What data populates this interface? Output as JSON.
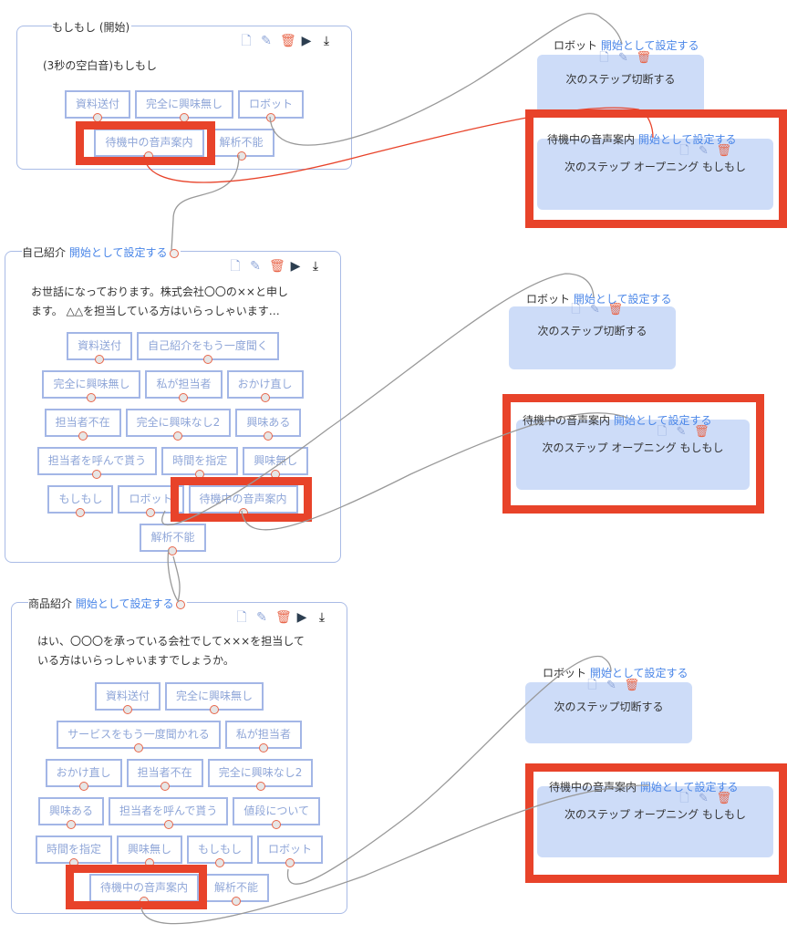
{
  "cards": [
    {
      "title": "もしもし (開始)",
      "set_start": "",
      "text": [
        "(3秒の空白音)もしもし"
      ],
      "rows": [
        [
          "資料送付",
          "完全に興味無し",
          "ロボット"
        ],
        [
          "待機中の音声案内",
          "解析不能"
        ]
      ]
    },
    {
      "title": "自己紹介",
      "set_start": "開始として設定する",
      "text": [
        "お世話になっております。株式会社〇〇の××と申し",
        "ます。 △△を担当している方はいらっしゃいます…"
      ],
      "rows": [
        [
          "資料送付",
          "自己紹介をもう一度聞く"
        ],
        [
          "完全に興味無し",
          "私が担当者",
          "おかけ直し"
        ],
        [
          "担当者不在",
          "完全に興味なし2",
          "興味ある"
        ],
        [
          "担当者を呼んで貰う",
          "時間を指定",
          "興味無し"
        ],
        [
          "もしもし",
          "ロボット",
          "待機中の音声案内"
        ],
        [
          "解析不能"
        ]
      ]
    },
    {
      "title": "商品紹介",
      "set_start": "開始として設定する",
      "text": [
        "はい、〇〇〇を承っている会社でして×××を担当して",
        "いる方はいらっしゃいますでしょうか。"
      ],
      "rows": [
        [
          "資料送付",
          "完全に興味無し"
        ],
        [
          "サービスをもう一度聞かれる",
          "私が担当者"
        ],
        [
          "おかけ直し",
          "担当者不在",
          "完全に興味なし2"
        ],
        [
          "興味ある",
          "担当者を呼んで貰う",
          "値段について"
        ],
        [
          "時間を指定",
          "興味無し",
          "もしもし",
          "ロボット"
        ],
        [
          "待機中の音声案内",
          "解析不能"
        ]
      ]
    }
  ],
  "nodes": [
    {
      "title": "ロボット",
      "set_start": "開始として設定する",
      "text": "次のステップ切断する"
    },
    {
      "title": "待機中の音声案内",
      "set_start": "開始として設定する",
      "text": "次のステップ オープニング もしもし"
    },
    {
      "title": "ロボット",
      "set_start": "開始として設定する",
      "text": "次のステップ切断する"
    },
    {
      "title": "待機中の音声案内",
      "set_start": "開始として設定する",
      "text": "次のステップ オープニング もしもし"
    },
    {
      "title": "ロボット",
      "set_start": "開始として設定する",
      "text": "次のステップ切断する"
    },
    {
      "title": "待機中の音声案内",
      "set_start": "開始として設定する",
      "text": "次のステップ オープニング もしもし"
    }
  ],
  "icons": {
    "copy": "copy-icon",
    "edit": "edit-icon",
    "delete": "trash-icon",
    "play": "play-icon",
    "download": "download-icon"
  },
  "colors": {
    "highlight": "#e8432a",
    "node_bg": "#cddcf8",
    "link": "#4a86e8",
    "button_border": "#a3b6e6"
  }
}
